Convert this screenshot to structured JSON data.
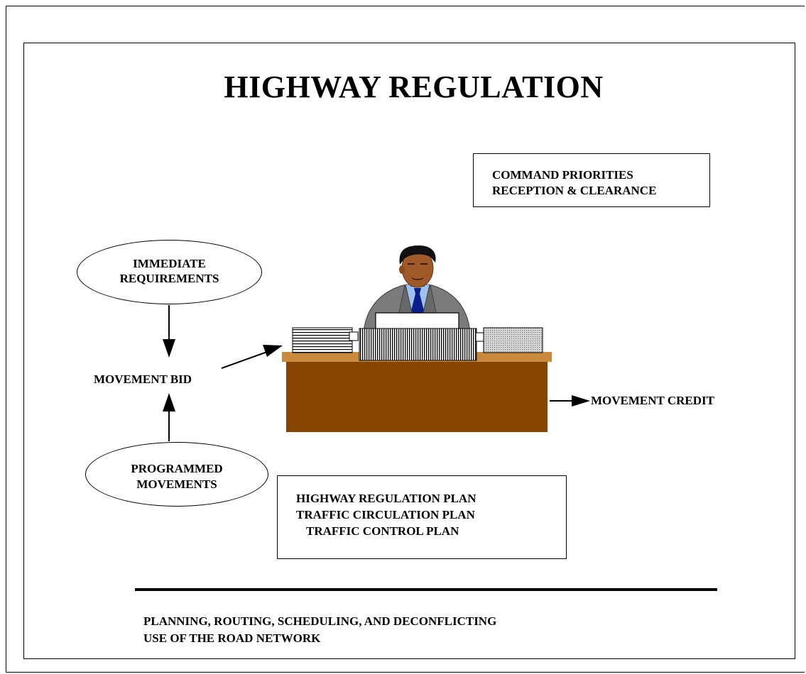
{
  "title": "HIGHWAY REGULATION",
  "priorities_box": {
    "line1": "COMMAND PRIORITIES",
    "line2": "RECEPTION & CLEARANCE"
  },
  "immediate": {
    "line1": "IMMEDIATE",
    "line2": "REQUIREMENTS"
  },
  "programmed": {
    "line1": "PROGRAMMED",
    "line2": "MOVEMENTS"
  },
  "movement_bid": "MOVEMENT BID",
  "movement_credit": "MOVEMENT CREDIT",
  "plans_box": {
    "line1": "HIGHWAY REGULATION PLAN",
    "line2": "TRAFFIC CIRCULATION PLAN",
    "line3": "TRAFFIC CONTROL PLAN"
  },
  "footer": {
    "line1": "PLANNING, ROUTING, SCHEDULING, AND DECONFLICTING",
    "line2": "USE OF THE ROAD NETWORK"
  },
  "colors": {
    "desk_top": "#c98a3e",
    "desk_front": "#874300",
    "suit": "#7a7a7a",
    "tie": "#0b1f8a",
    "shirt": "#9ec2ee",
    "skin": "#a05a2a",
    "hair": "#111111"
  }
}
